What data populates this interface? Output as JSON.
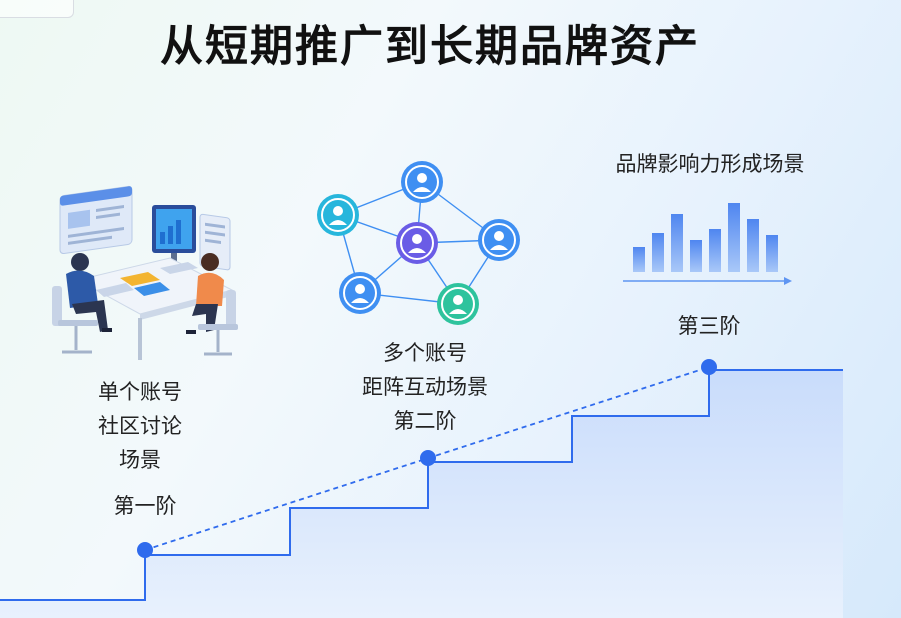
{
  "title": "从短期推广到长期品牌资产",
  "stages": [
    {
      "caption_lines": [
        "单个账号",
        "社区讨论",
        "场景"
      ],
      "stage_label": "第一阶"
    },
    {
      "caption_lines": [
        "多个账号",
        "距阵互动场景"
      ],
      "stage_label": "第二阶"
    },
    {
      "caption_lines": [
        "品牌影响力形成场景"
      ],
      "stage_label": "第三阶"
    }
  ],
  "colors": {
    "accent": "#2f6bed",
    "stair_fill": "#d4e3fb",
    "network_primary": "#3f8ff2",
    "network_center": "#6a5ce6",
    "network_cyan": "#27b6dc",
    "network_green": "#2ec39d",
    "bars": "#5e95f2"
  },
  "icons": {
    "stage1": "workspace-illustration-icon",
    "stage2": "account-network-icon",
    "stage3": "bar-chart-icon"
  }
}
